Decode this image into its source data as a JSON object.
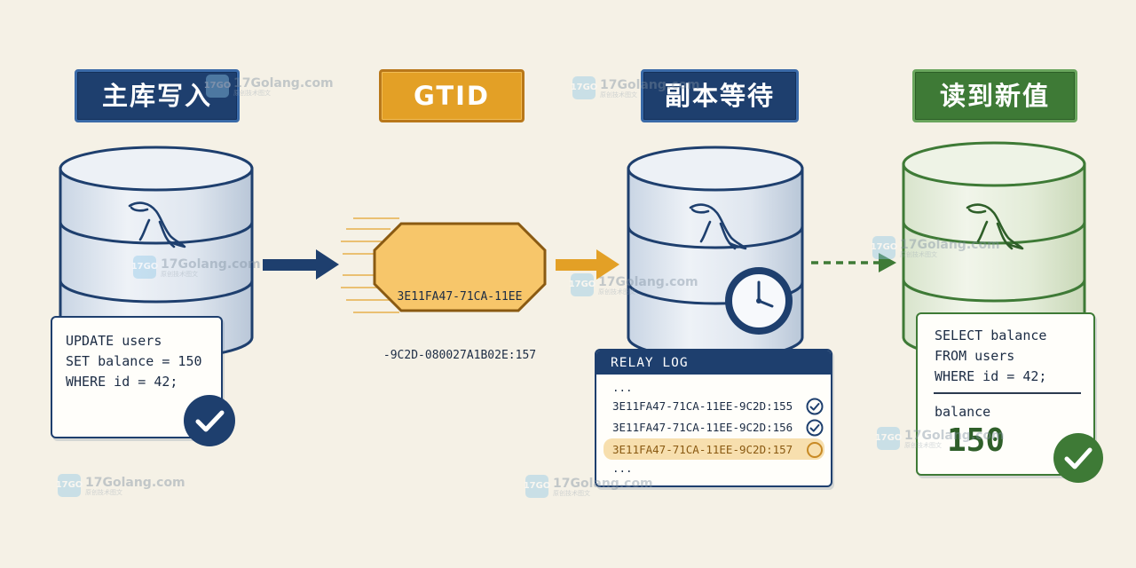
{
  "steps": [
    {
      "title": "主库写入",
      "color": "#1e3f6e"
    },
    {
      "title": "GTID",
      "color": "#e3a026"
    },
    {
      "title": "副本等待",
      "color": "#1e3f6e"
    },
    {
      "title": "读到新值",
      "color": "#3e7a36"
    }
  ],
  "primary": {
    "sql": [
      "UPDATE users",
      "SET balance = 150",
      "WHERE id = 42;"
    ],
    "icons": [
      "mysql-dolphin-icon",
      "check-circle-icon"
    ]
  },
  "gtid": {
    "line1": "3E11FA47-71CA-11EE",
    "line2": "-9C2D-080027A1B02E:157"
  },
  "replica": {
    "icons": [
      "mysql-dolphin-icon",
      "clock-icon"
    ],
    "relay_log": {
      "title": "RELAY LOG",
      "rows": [
        {
          "text": "...",
          "status": ""
        },
        {
          "text": "3E11FA47-71CA-11EE-9C2D:155",
          "status": "applied"
        },
        {
          "text": "3E11FA47-71CA-11EE-9C2D:156",
          "status": "applied"
        },
        {
          "text": "3E11FA47-71CA-11EE-9C2D:157",
          "status": "pending"
        },
        {
          "text": "...",
          "status": ""
        }
      ]
    }
  },
  "read": {
    "sql": [
      "SELECT balance",
      "FROM users",
      "WHERE id = 42;"
    ],
    "result_label": "balance",
    "result_value": "150",
    "icons": [
      "mysql-dolphin-icon",
      "check-circle-icon"
    ]
  },
  "watermark": {
    "brand": "17Golang.com",
    "sub": "原创技术图文",
    "logo": "17GO"
  },
  "colors": {
    "navy": "#1e3f6e",
    "gold": "#e3a026",
    "green": "#3e7a36",
    "pending_highlight": "#f7dfae"
  }
}
